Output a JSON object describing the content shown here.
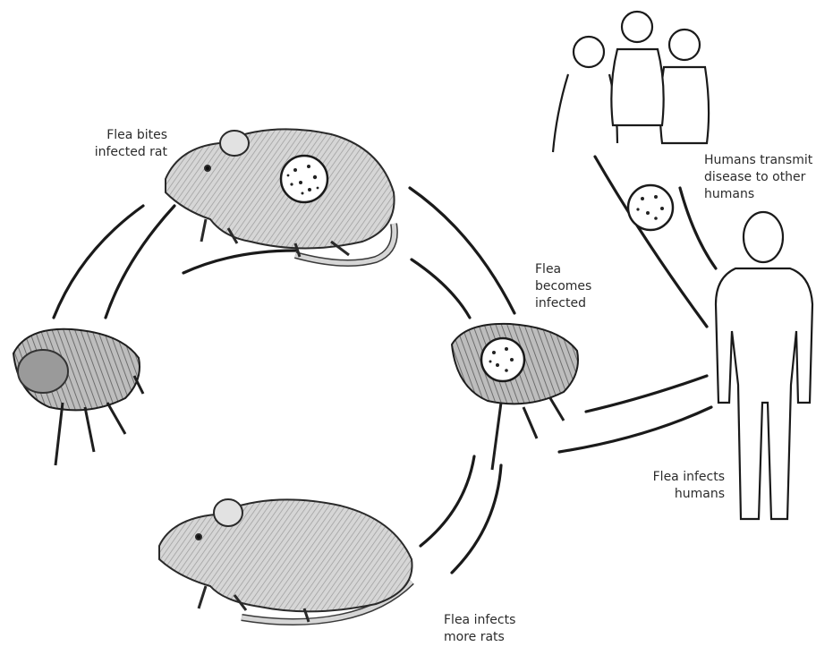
{
  "labels": {
    "flea_bites_rat": [
      "Flea bites",
      "infected rat"
    ],
    "flea_infected": [
      "Flea",
      "becomes",
      "infected"
    ],
    "humans_transmit": [
      "Humans transmit",
      "disease to other",
      "humans"
    ],
    "flea_infects_humans": [
      "Flea infects",
      "humans"
    ],
    "flea_infects_rats": [
      "Flea infects",
      "more rats"
    ]
  }
}
